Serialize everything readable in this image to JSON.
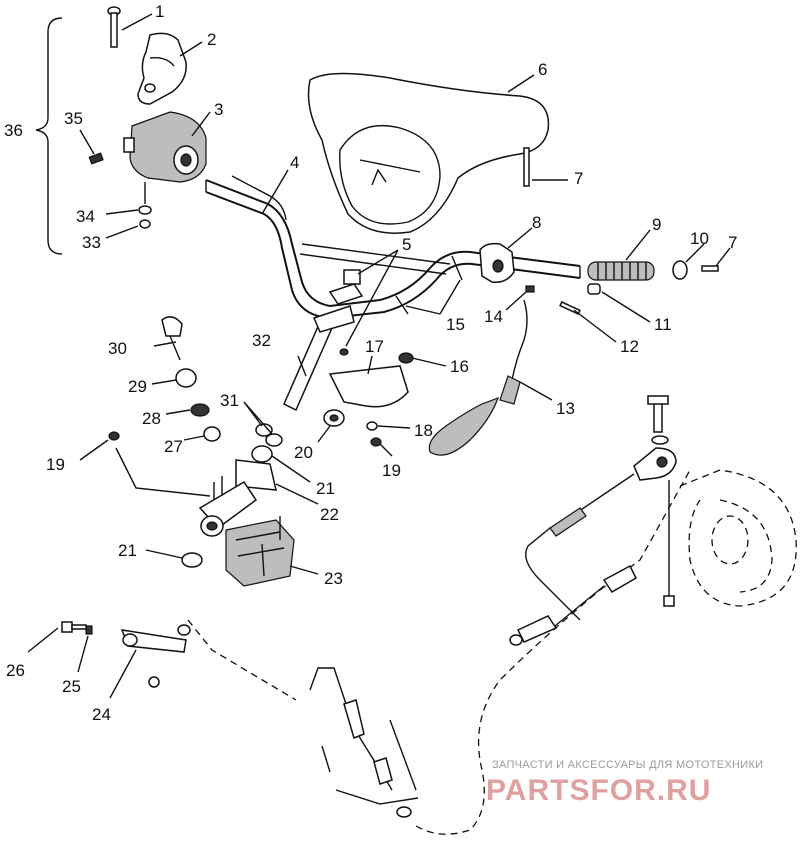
{
  "callouts": [
    {
      "id": "1",
      "text": "1"
    },
    {
      "id": "2",
      "text": "2"
    },
    {
      "id": "3",
      "text": "3"
    },
    {
      "id": "4",
      "text": "4"
    },
    {
      "id": "5",
      "text": "5"
    },
    {
      "id": "6",
      "text": "6"
    },
    {
      "id": "7a",
      "text": "7"
    },
    {
      "id": "7b",
      "text": "7"
    },
    {
      "id": "8",
      "text": "8"
    },
    {
      "id": "9",
      "text": "9"
    },
    {
      "id": "10",
      "text": "10"
    },
    {
      "id": "11",
      "text": "11"
    },
    {
      "id": "12",
      "text": "12"
    },
    {
      "id": "13",
      "text": "13"
    },
    {
      "id": "14",
      "text": "14"
    },
    {
      "id": "15",
      "text": "15"
    },
    {
      "id": "16",
      "text": "16"
    },
    {
      "id": "17",
      "text": "17"
    },
    {
      "id": "18",
      "text": "18"
    },
    {
      "id": "19a",
      "text": "19"
    },
    {
      "id": "19b",
      "text": "19"
    },
    {
      "id": "20",
      "text": "20"
    },
    {
      "id": "21a",
      "text": "21"
    },
    {
      "id": "21b",
      "text": "21"
    },
    {
      "id": "22",
      "text": "22"
    },
    {
      "id": "23",
      "text": "23"
    },
    {
      "id": "24",
      "text": "24"
    },
    {
      "id": "25",
      "text": "25"
    },
    {
      "id": "26",
      "text": "26"
    },
    {
      "id": "27",
      "text": "27"
    },
    {
      "id": "28",
      "text": "28"
    },
    {
      "id": "29",
      "text": "29"
    },
    {
      "id": "30",
      "text": "30"
    },
    {
      "id": "31",
      "text": "31"
    },
    {
      "id": "32",
      "text": "32"
    },
    {
      "id": "33",
      "text": "33"
    },
    {
      "id": "34",
      "text": "34"
    },
    {
      "id": "35",
      "text": "35"
    },
    {
      "id": "36",
      "text": "36"
    }
  ],
  "watermark": {
    "tagline": "ЗАПЧАСТИ И АКСЕССУАРЫ ДЛЯ МОТОТЕХНИКИ",
    "brand": "PARTSFOR.RU"
  }
}
